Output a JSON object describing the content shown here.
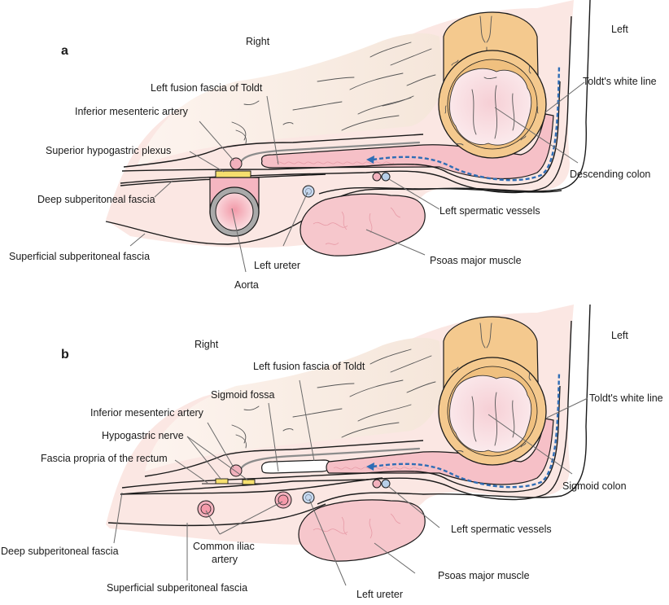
{
  "figure": {
    "panels": [
      {
        "id": "a",
        "letter": "a",
        "side_right": "Right",
        "side_left": "Left",
        "labels": {
          "left_fusion_fascia": "Left fusion fascia of Toldt",
          "inferior_mesenteric_artery": "Inferior mesenteric artery",
          "superior_hypogastric_plexus": "Superior hypogastric plexus",
          "deep_subperitoneal_fascia": "Deep subperitoneal fascia",
          "superficial_subperitoneal_fascia": "Superficial subperitoneal fascia",
          "aorta": "Aorta",
          "left_ureter": "Left ureter",
          "psoas_major_muscle": "Psoas major muscle",
          "left_spermatic_vessels": "Left spermatic vessels",
          "descending_colon": "Descending colon",
          "toldts_white_line": "Toldt's white line"
        }
      },
      {
        "id": "b",
        "letter": "b",
        "side_right": "Right",
        "side_left": "Left",
        "labels": {
          "left_fusion_fascia": "Left fusion fascia of Toldt",
          "sigmoid_fossa": "Sigmoid fossa",
          "inferior_mesenteric_artery": "Inferior mesenteric artery",
          "hypogastric_nerve": "Hypogastric nerve",
          "fascia_propria_rectum": "Fascia propria of the rectum",
          "deep_subperitoneal_fascia": "Deep subperitoneal fascia",
          "common_iliac_artery_line1": "Common iliac",
          "common_iliac_artery_line2": "artery",
          "superficial_subperitoneal_fascia": "Superficial subperitoneal fascia",
          "left_ureter": "Left ureter",
          "psoas_major_muscle": "Psoas major muscle",
          "left_spermatic_vessels": "Left spermatic vessels",
          "sigmoid_colon": "Sigmoid colon",
          "toldts_white_line": "Toldt's white line"
        }
      }
    ]
  },
  "colors": {
    "tissue_light": "#fbe6e2",
    "tissue_pale": "#fdf3ef",
    "mesentery": "#f7ece4",
    "colon_outer": "#f4c98e",
    "colon_lumen": "#f8dde0",
    "fusion_fascia_pink": "#f5b7bf",
    "artery_pink": "#f2b1bd",
    "vein_blue": "#b7cfe8",
    "plexus_yellow": "#f6df6e",
    "psoas": "#f6c7cc",
    "flow_arrow": "#2f6db5"
  }
}
